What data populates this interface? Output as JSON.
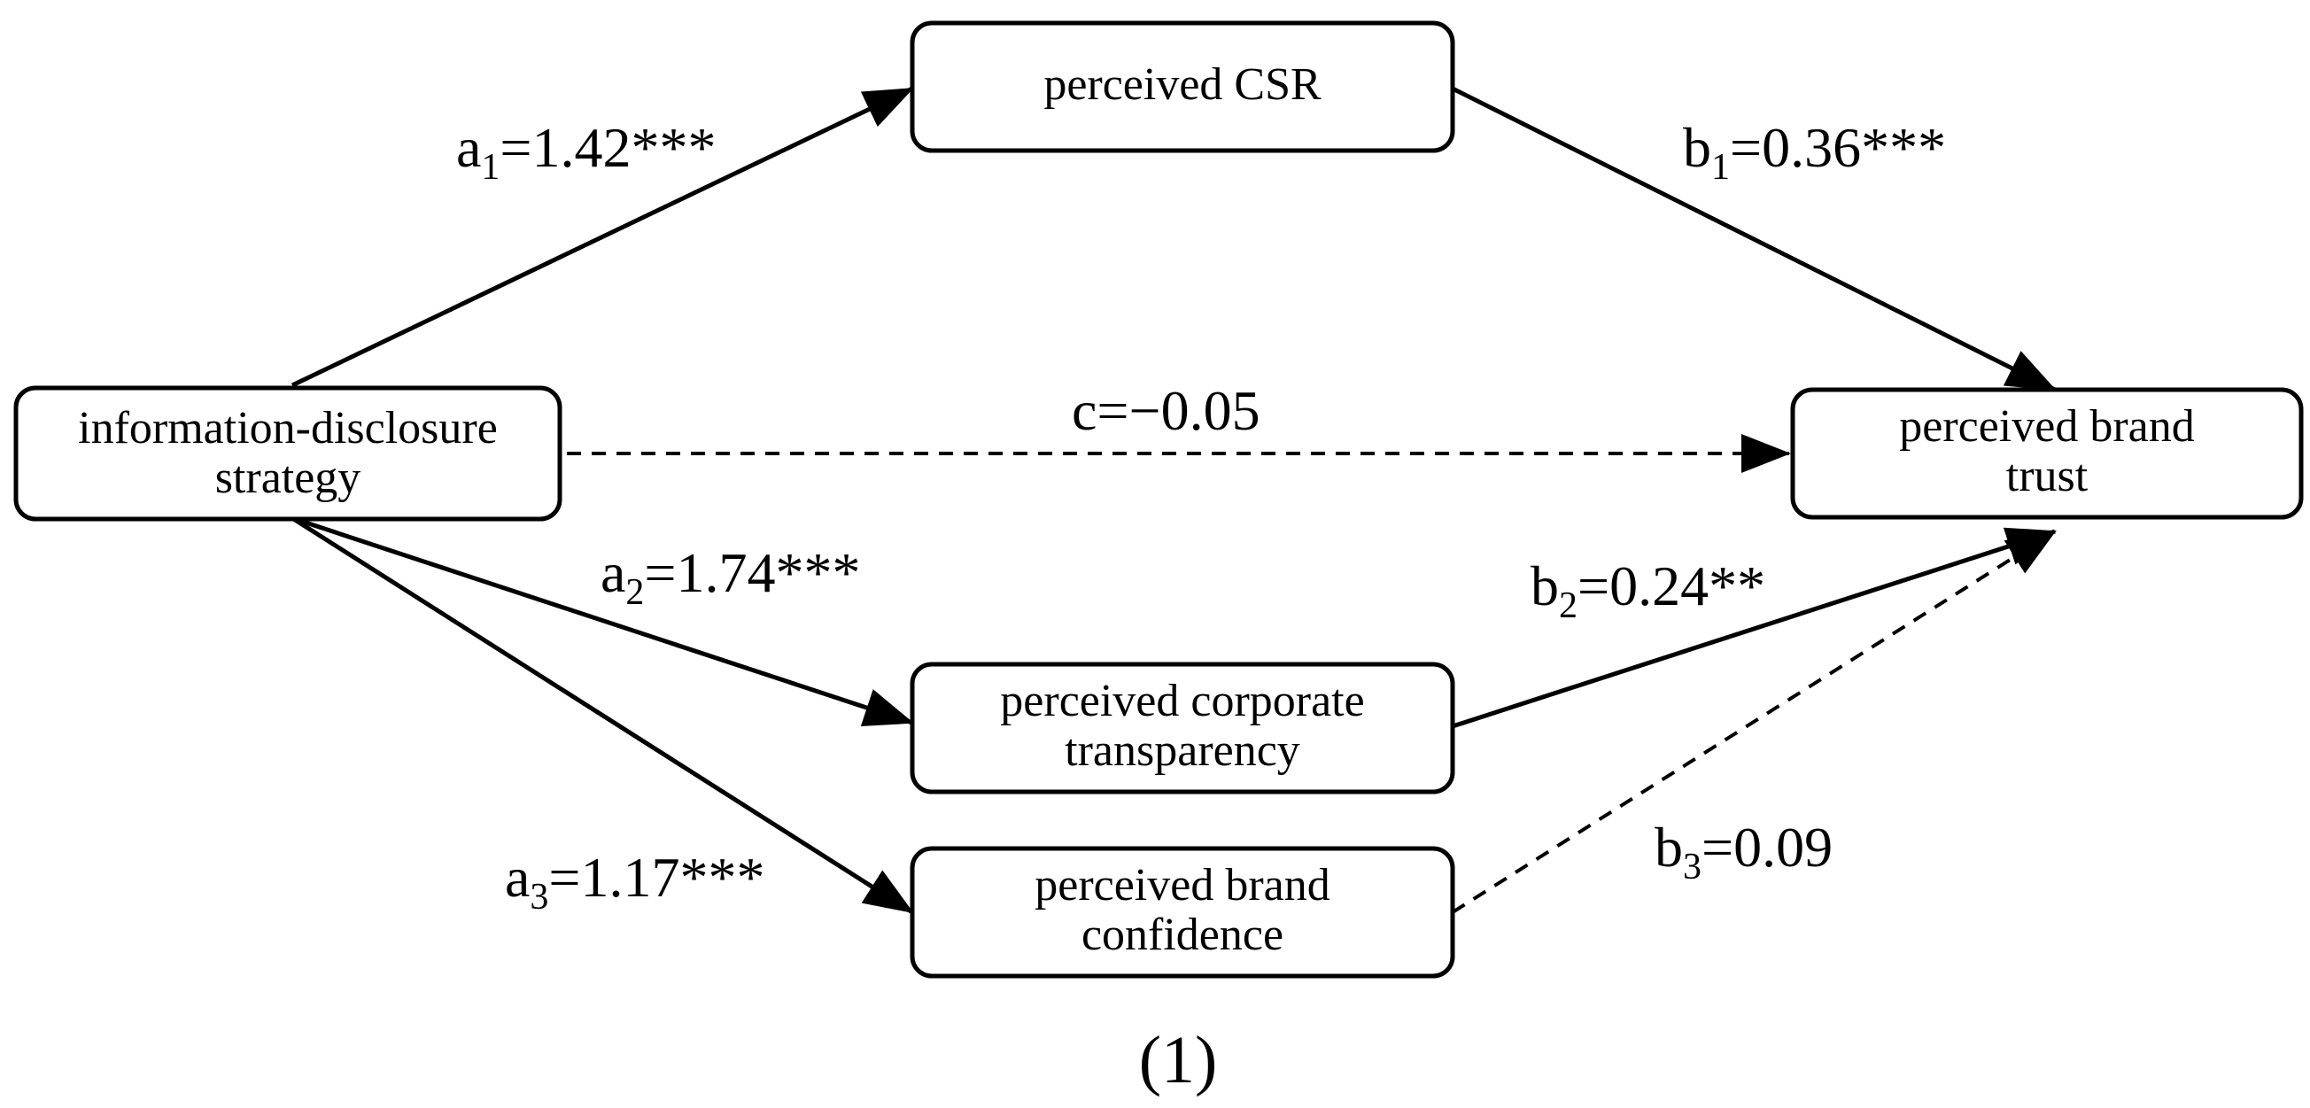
{
  "nodes": {
    "strategy": {
      "lines": [
        "information-disclosure",
        "strategy"
      ]
    },
    "csr": {
      "lines": [
        "perceived CSR"
      ]
    },
    "transparency": {
      "lines": [
        "perceived corporate",
        "transparency"
      ]
    },
    "confidence": {
      "lines": [
        "perceived brand",
        "confidence"
      ]
    },
    "trust": {
      "lines": [
        "perceived brand",
        "trust"
      ]
    }
  },
  "paths": {
    "a1": {
      "letter": "a",
      "sub": "1",
      "value": "=1.42***"
    },
    "a2": {
      "letter": "a",
      "sub": "2",
      "value": "=1.74***"
    },
    "a3": {
      "letter": "a",
      "sub": "3",
      "value": "=1.17***"
    },
    "b1": {
      "letter": "b",
      "sub": "1",
      "value": "=0.36***"
    },
    "b2": {
      "letter": "b",
      "sub": "2",
      "value": "=0.24**"
    },
    "b3": {
      "letter": "b",
      "sub": "3",
      "value": "=0.09"
    },
    "c": {
      "text": "c=−0.05"
    }
  },
  "caption": "(1)"
}
